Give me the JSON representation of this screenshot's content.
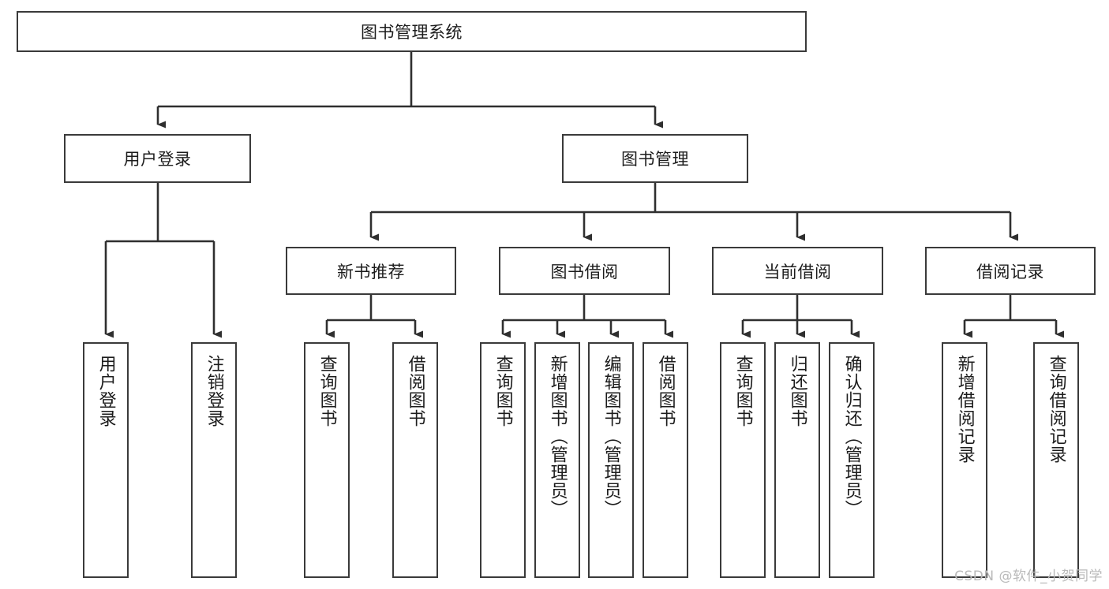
{
  "diagram": {
    "type": "tree",
    "title": "图书管理系统",
    "watermark": "CSDN @软件_小贺同学",
    "colors": {
      "box_border": "#3a3a3a",
      "box_fill": "#ffffff",
      "connector": "#2f2f2f",
      "text": "#1c1c1c",
      "watermark": "#b9b9b9",
      "background": "#ffffff"
    },
    "root": {
      "id": "root",
      "label": "图书管理系统",
      "orientation": "horizontal"
    },
    "level2": [
      {
        "id": "user-login",
        "label": "用户登录",
        "orientation": "horizontal"
      },
      {
        "id": "book-manage",
        "label": "图书管理",
        "orientation": "horizontal"
      }
    ],
    "level3": [
      {
        "id": "new-book-recommend",
        "label": "新书推荐",
        "orientation": "horizontal",
        "parent": "book-manage"
      },
      {
        "id": "book-borrow",
        "label": "图书借阅",
        "orientation": "horizontal",
        "parent": "book-manage"
      },
      {
        "id": "current-borrow",
        "label": "当前借阅",
        "orientation": "horizontal",
        "parent": "book-manage"
      },
      {
        "id": "borrow-record",
        "label": "借阅记录",
        "orientation": "horizontal",
        "parent": "book-manage"
      }
    ],
    "leaves": [
      {
        "id": "leaf-user-login",
        "label": "用户登录",
        "parent": "user-login"
      },
      {
        "id": "leaf-user-logout",
        "label": "注销登录",
        "parent": "user-login"
      },
      {
        "id": "leaf-query-book-rec",
        "label": "查询图书",
        "parent": "new-book-recommend"
      },
      {
        "id": "leaf-borrow-book-rec",
        "label": "借阅图书",
        "parent": "new-book-recommend"
      },
      {
        "id": "leaf-query-book-bb",
        "label": "查询图书",
        "parent": "book-borrow"
      },
      {
        "id": "leaf-add-book",
        "label": "新增图书（管理员）",
        "parent": "book-borrow"
      },
      {
        "id": "leaf-edit-book",
        "label": "编辑图书（管理员）",
        "parent": "book-borrow"
      },
      {
        "id": "leaf-borrow-book-bb",
        "label": "借阅图书",
        "parent": "book-borrow"
      },
      {
        "id": "leaf-query-book-cb",
        "label": "查询图书",
        "parent": "current-borrow"
      },
      {
        "id": "leaf-return-book",
        "label": "归还图书",
        "parent": "current-borrow"
      },
      {
        "id": "leaf-confirm-return",
        "label": "确认归还（管理员）",
        "parent": "current-borrow"
      },
      {
        "id": "leaf-add-record",
        "label": "新增借阅记录",
        "parent": "borrow-record"
      },
      {
        "id": "leaf-query-record",
        "label": "查询借阅记录",
        "parent": "borrow-record"
      }
    ]
  }
}
